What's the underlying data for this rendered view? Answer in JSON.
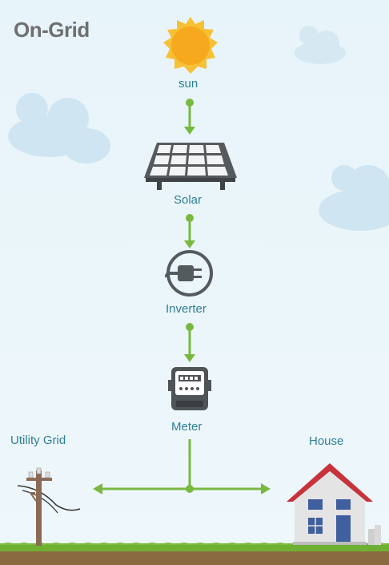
{
  "title": "On-Grid",
  "nodes": {
    "sun": "sun",
    "solar": "Solar",
    "inverter": "Inverter",
    "meter": "Meter",
    "utility_grid": "Utility Grid",
    "house": "House"
  },
  "colors": {
    "connector": "#79b83f",
    "label": "#2f7f94",
    "title": "#6f6f6f",
    "sun": "#f7a91d",
    "roof": "#c8323a",
    "ground": "#6fb033",
    "cloud": "#cfe5f1"
  },
  "icons": [
    "sun-icon",
    "solar-panel-icon",
    "plug-icon",
    "electric-meter-icon",
    "utility-pole-icon",
    "house-icon",
    "cloud-icon"
  ]
}
